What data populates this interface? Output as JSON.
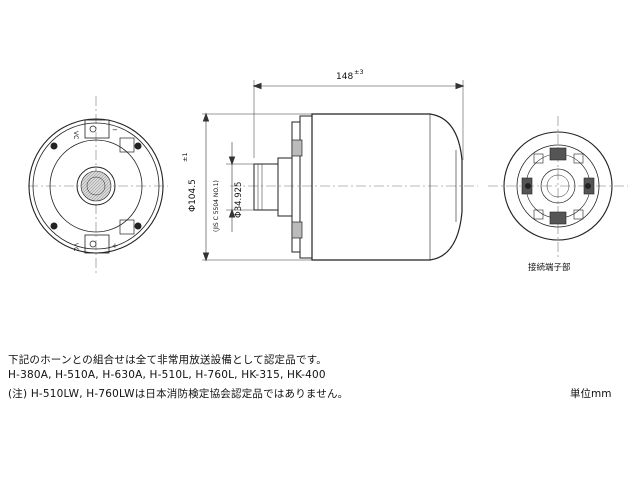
{
  "dimensions": {
    "length": "148",
    "length_tol": "±3",
    "outer_diameter": "Φ104.5",
    "outer_diameter_tol": "±1",
    "thread_diameter": "Φ34.925",
    "thread_standard": "(JIS C 5504 NO.1)"
  },
  "front_view_marks": {
    "vc_top": "VC",
    "vc_bottom": "VC",
    "minus": "−",
    "plus": "+"
  },
  "terminal_view": {
    "caption": "接続端子部"
  },
  "notes": {
    "line1": "下記のホーンとの組合せは全て非常用放送設備として認定品です。",
    "line2": "H-380A, H-510A, H-630A, H-510L,  H-760L, HK-315, HK-400",
    "line3": "(注) H-510LW, H-760LWは日本消防検定協会認定品ではありません。"
  },
  "unit_label": "単位mm"
}
